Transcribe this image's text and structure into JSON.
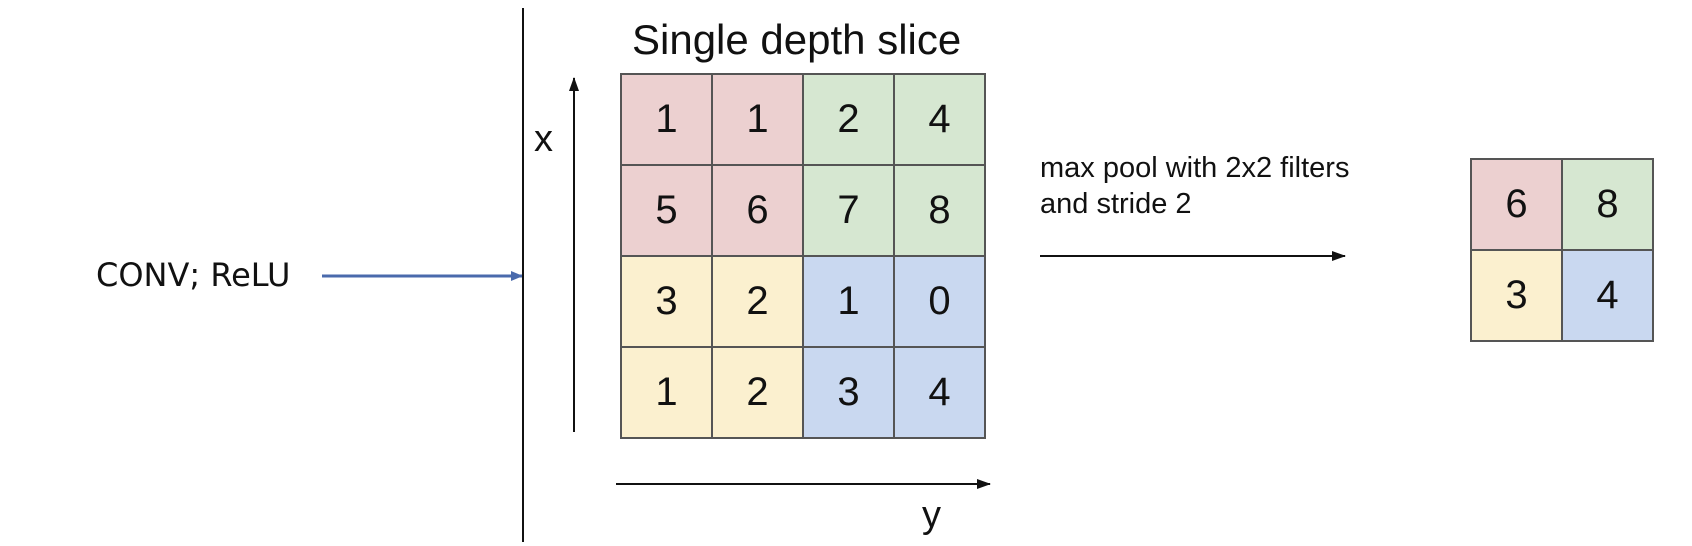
{
  "conv_label": "CONV; ReLU",
  "slice_title": "Single depth slice",
  "axis_x": "x",
  "axis_y": "y",
  "pool_caption_line1": "max pool with 2x2 filters",
  "pool_caption_line2": "and stride 2",
  "colors": {
    "red": "#ecd0d0",
    "green": "#d6e7d1",
    "yellow": "#fbf0cf",
    "blue": "#c9d8f0",
    "arrow_blue": "#4a6aac"
  },
  "input_grid": [
    [
      "1",
      "1",
      "2",
      "4"
    ],
    [
      "5",
      "6",
      "7",
      "8"
    ],
    [
      "3",
      "2",
      "1",
      "0"
    ],
    [
      "1",
      "2",
      "3",
      "4"
    ]
  ],
  "output_grid": [
    [
      "6",
      "8"
    ],
    [
      "3",
      "4"
    ]
  ]
}
